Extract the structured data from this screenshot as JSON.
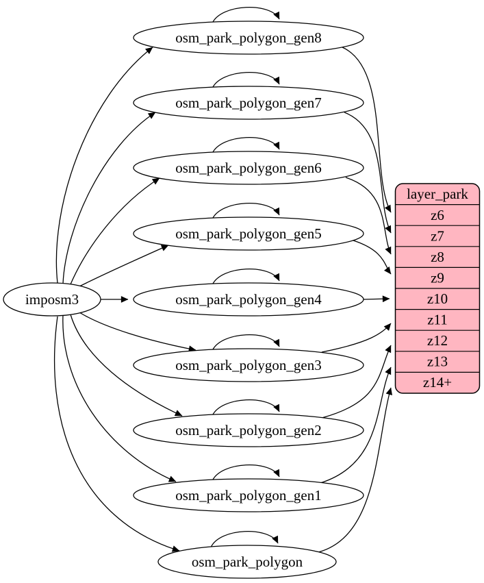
{
  "diagram": {
    "background_color": "#ffffff",
    "edge_color": "#000000",
    "source": {
      "label": "imposm3"
    },
    "tables": [
      {
        "label": "osm_park_polygon_gen8",
        "feeds_zoom": "z6"
      },
      {
        "label": "osm_park_polygon_gen7",
        "feeds_zoom": "z7"
      },
      {
        "label": "osm_park_polygon_gen6",
        "feeds_zoom": "z8"
      },
      {
        "label": "osm_park_polygon_gen5",
        "feeds_zoom": "z9"
      },
      {
        "label": "osm_park_polygon_gen4",
        "feeds_zoom": "z10"
      },
      {
        "label": "osm_park_polygon_gen3",
        "feeds_zoom": "z11"
      },
      {
        "label": "osm_park_polygon_gen2",
        "feeds_zoom": "z12"
      },
      {
        "label": "osm_park_polygon_gen1",
        "feeds_zoom": "z13"
      },
      {
        "label": "osm_park_polygon",
        "feeds_zoom": "z14+"
      }
    ],
    "layer": {
      "title": "layer_park",
      "zoom_rows": [
        "z6",
        "z7",
        "z8",
        "z9",
        "z10",
        "z11",
        "z12",
        "z13",
        "z14+"
      ],
      "fill_color": "#FFB6C1",
      "border_color": "#000000"
    }
  }
}
